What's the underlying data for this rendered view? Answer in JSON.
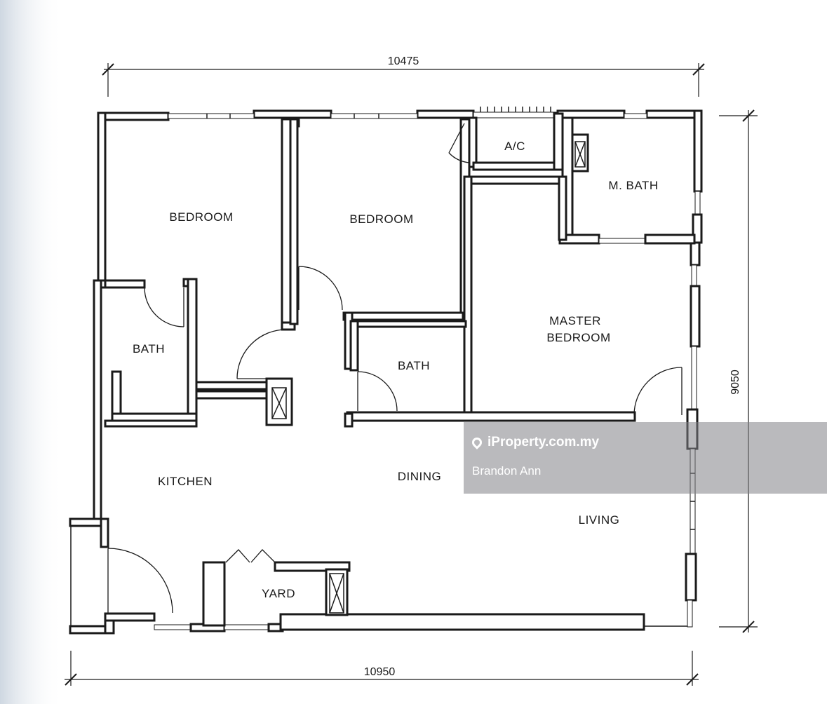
{
  "dimensions": {
    "top": "10475",
    "bottom": "10950",
    "right": "9050"
  },
  "rooms": {
    "bedroom_1": "BEDROOM",
    "bedroom_2": "BEDROOM",
    "ac": "A/C",
    "master_bath": "M. BATH",
    "bath_1": "BATH",
    "bath_2": "BATH",
    "master_bedroom_line1": "MASTER",
    "master_bedroom_line2": "BEDROOM",
    "kitchen": "KITCHEN",
    "dining": "DINING",
    "living": "LIVING",
    "yard": "YARD"
  },
  "watermark": {
    "site": "iProperty.com.my",
    "agent": "Brandon Ann"
  }
}
